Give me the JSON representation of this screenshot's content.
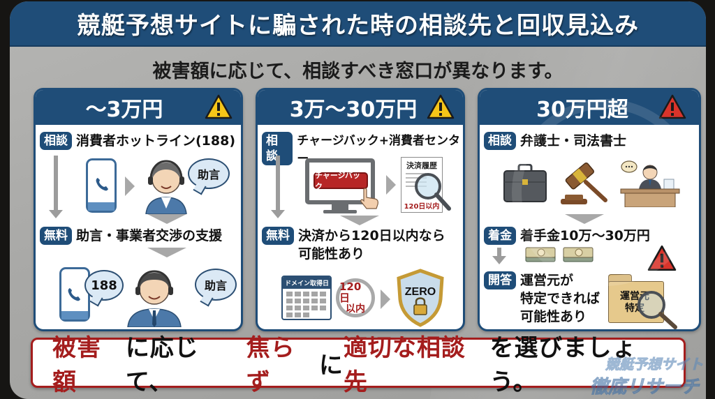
{
  "header": {
    "title": "競艇予想サイトに騙された時の相談先と回収見込み",
    "subtitle": "被害額に応じて、相談すべき窓口が異なります。"
  },
  "cards": [
    {
      "range": "〜3万円",
      "warning_color": "#f5c518",
      "consult_tag": "相談",
      "consult_text": "消費者ホットライン(188)",
      "bubble_1": "助言",
      "free_tag": "無料",
      "free_text": "助言・事業者交渉の支援",
      "bubble_188": "188",
      "bubble_2": "助言"
    },
    {
      "range": "3万〜30万円",
      "warning_color": "#f5c518",
      "consult_tag": "相談",
      "consult_text": "チャージバック+消費者センター",
      "screen_button": "チャージバック",
      "doc_title": "決済履歴",
      "doc_footer": "120日以内",
      "free_tag": "無料",
      "free_text_line1": "決済から120日以内なら",
      "free_text_line2": "可能性あり",
      "calendar_label": "ドメイン取得日",
      "circle_line1": "120日",
      "circle_line2": "以内",
      "shield_text": "ZERO"
    },
    {
      "range": "30万円超",
      "warning_color": "#d9342b",
      "consult_tag": "相談",
      "consult_text": "弁護士・司法書士",
      "fee_tag": "着金",
      "fee_text": "着手金10万〜30万円",
      "disclose_tag": "開答",
      "disclose_line1": "運営元が",
      "disclose_line2": "特定できれば",
      "disclose_line3": "可能性あり",
      "folder_line1": "運営元",
      "folder_line2": "特定"
    }
  ],
  "footer": {
    "part1": "被害額",
    "part2": "に応じて、",
    "part3": "焦らず",
    "part4": "に",
    "part5": "適切な相談先",
    "part6": "を選びましょう。"
  },
  "watermark": {
    "line1": "競艇予想サイト",
    "line2": "徹底リサーチ"
  },
  "colors": {
    "navy": "#1f4d78",
    "accent_red": "#a41d1d",
    "warning_yellow": "#f5c518",
    "warning_red": "#d9342b"
  }
}
